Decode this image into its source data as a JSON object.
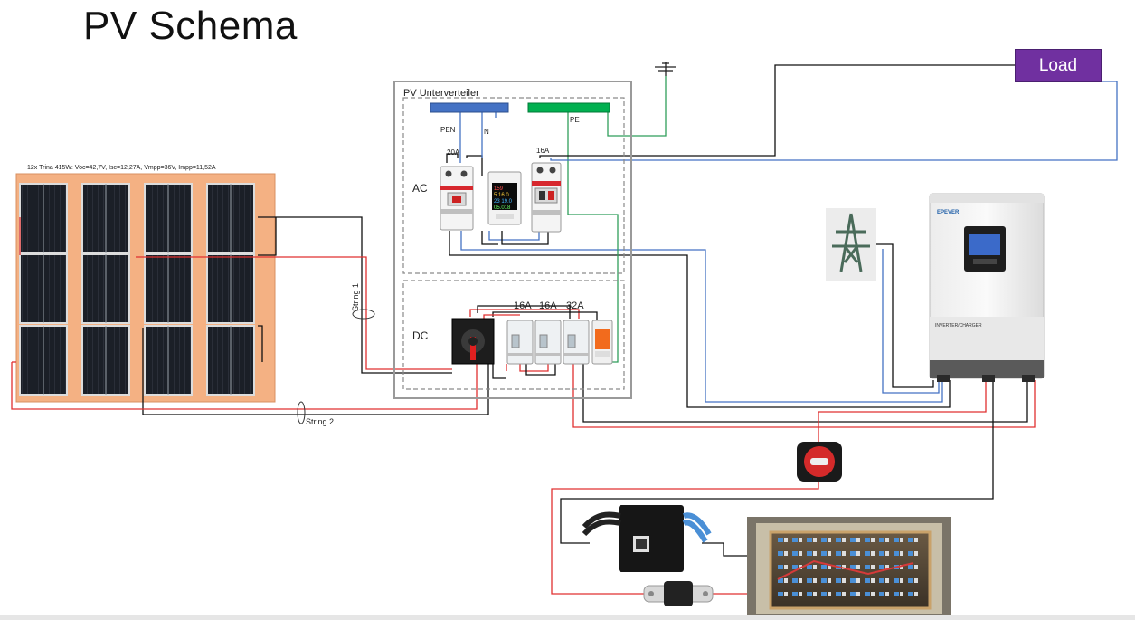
{
  "title": "PV Schema",
  "load_label": "Load",
  "panel": {
    "spec": "12x Trina 415W: Voc=42,7V, Isc=12,27A, Vmpp=36V, Impp=11,52A",
    "string1": "String 1",
    "string2": "String 2"
  },
  "distribution": {
    "title": "PV Unterverteiler",
    "ac_label": "AC",
    "dc_label": "DC",
    "pen": "PEN",
    "n": "N",
    "pe": "PE",
    "ac_breaker_1": "20A",
    "ac_breaker_2": "16A",
    "dc_breaker_1": "16A",
    "dc_breaker_2": "16A",
    "dc_breaker_3": "32A"
  },
  "meter": {
    "line1": "159",
    "line2": "5 16.0",
    "line3": "23 19.0",
    "line4": "05.018"
  },
  "inverter": {
    "brand": "EPEVER",
    "label": "INVERTER/CHARGER"
  },
  "icons": {
    "ground": "ground-icon",
    "grid": "power-tower-icon",
    "battery_switch": "battery-switch-icon",
    "bms": "bms-icon",
    "fuse": "fuse-icon",
    "battery": "battery-pack-icon"
  },
  "colors": {
    "accent_purple": "#7030a0",
    "panel_bg": "#f4b183",
    "wire_red": "#e03030",
    "wire_black": "#111111",
    "wire_blue": "#4472c4",
    "wire_green": "#2f9e5a",
    "bus_blue": "#4472c4",
    "bus_green": "#00b050"
  }
}
